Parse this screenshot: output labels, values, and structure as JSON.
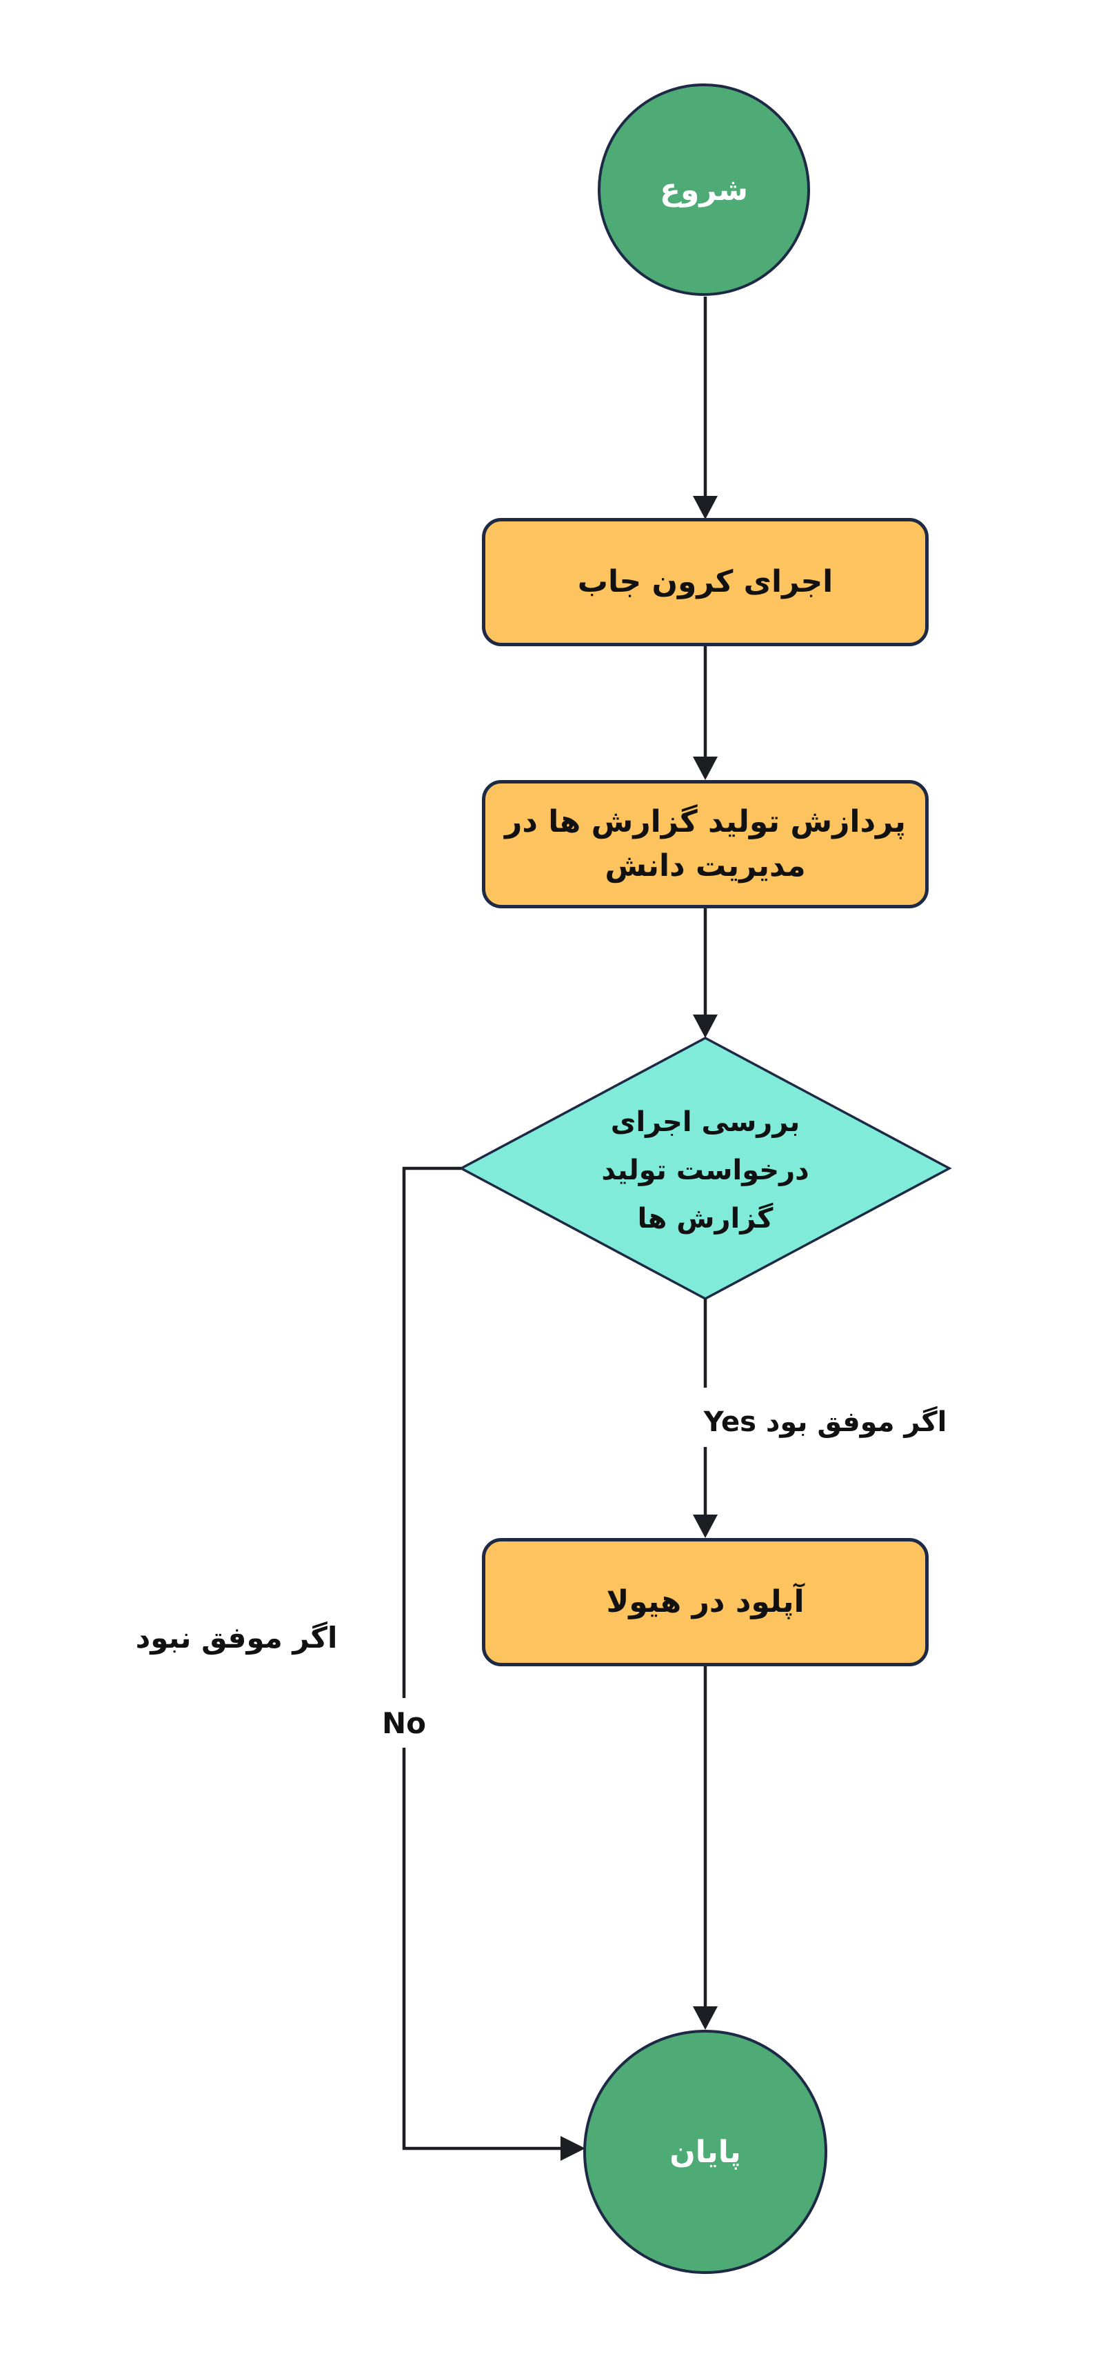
{
  "diagram": {
    "type": "flowchart",
    "direction": "top-down",
    "language": "fa",
    "nodes": [
      {
        "id": "start",
        "shape": "circle",
        "role": "terminator",
        "label": "شروع"
      },
      {
        "id": "cron",
        "shape": "rounded-rect",
        "role": "process",
        "label": "اجرای کرون جاب"
      },
      {
        "id": "process",
        "shape": "rounded-rect",
        "role": "process",
        "label": "پردازش تولید گزارش ها در مدیریت دانش",
        "label_lines": [
          "پردازش تولید گزارش ها در",
          "مدیریت دانش"
        ]
      },
      {
        "id": "check",
        "shape": "diamond",
        "role": "decision",
        "label": "بررسی اجرای درخواست تولید گزارش ها",
        "label_lines": [
          "بررسی اجرای",
          "درخواست تولید",
          "گزارش ها"
        ]
      },
      {
        "id": "upload",
        "shape": "rounded-rect",
        "role": "process",
        "label": "آپلود در هیولا"
      },
      {
        "id": "end",
        "shape": "circle",
        "role": "terminator",
        "label": "پایان"
      }
    ],
    "edges": [
      {
        "from": "start",
        "to": "cron",
        "label": ""
      },
      {
        "from": "cron",
        "to": "process",
        "label": ""
      },
      {
        "from": "process",
        "to": "check",
        "label": ""
      },
      {
        "from": "check",
        "to": "upload",
        "label": "اگر موفق بود  Yes"
      },
      {
        "from": "check",
        "to": "end",
        "label_fa": "اگر موفق نبود",
        "label_en": "No"
      },
      {
        "from": "upload",
        "to": "end",
        "label": ""
      }
    ],
    "colors": {
      "background": "#FFFFFF",
      "terminator_fill": "#4FAB76",
      "process_fill": "#FCC35F",
      "decision_fill": "#80EBD9",
      "shape_border": "#1D2945",
      "connector": "#1C1E24",
      "node_text": "#111111",
      "terminator_text": "#FFFFFF",
      "label_text": "#111111"
    }
  }
}
